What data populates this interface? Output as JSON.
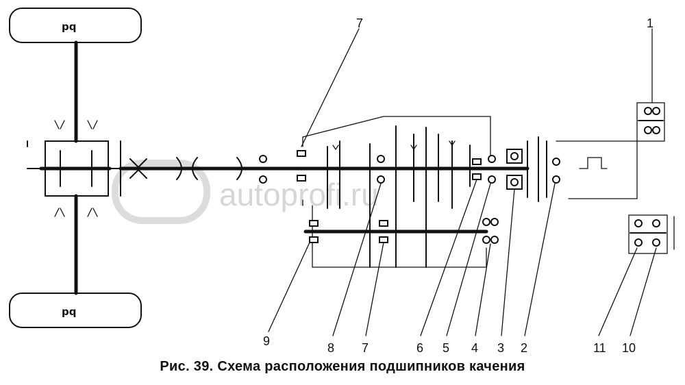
{
  "figure": {
    "caption": "Рис. 39. Схема расположения подшипников качения",
    "callouts": [
      "1",
      "2",
      "3",
      "4",
      "5",
      "6",
      "7",
      "7",
      "8",
      "9",
      "10",
      "11"
    ],
    "wheel_labels": {
      "top": "pq",
      "bottom": "pq"
    },
    "watermark": "autoprofi.ru"
  }
}
